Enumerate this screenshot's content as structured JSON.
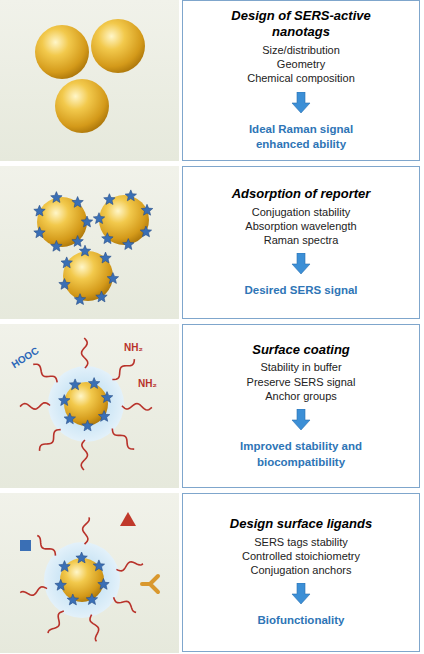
{
  "diagram": {
    "nodes": [
      {
        "text": [
          "Design of SERS-active nanotags",
          "Size/distribution",
          "Geometry",
          "Chemical composition",
          "Ideal Raman signal enhanced ability"
        ]
      },
      {
        "text": [
          "Adsorption of reporter",
          "Conjugation stability",
          "Absorption wavelength",
          "Raman spectra",
          "Desired SERS signal"
        ]
      },
      {
        "text": [
          "Surface coating",
          "Stability in buffer",
          "Preserve SERS signal",
          "Anchor groups",
          "Improved stability and biocompatibility"
        ]
      },
      {
        "text": [
          "Design surface ligands",
          "SERS tags stability",
          "Controlled stoichiometry",
          "Conjugation anchors",
          "Biofunctionality"
        ]
      }
    ],
    "labels": [
      "HOOC",
      "NH₂",
      "NH₂"
    ]
  }
}
